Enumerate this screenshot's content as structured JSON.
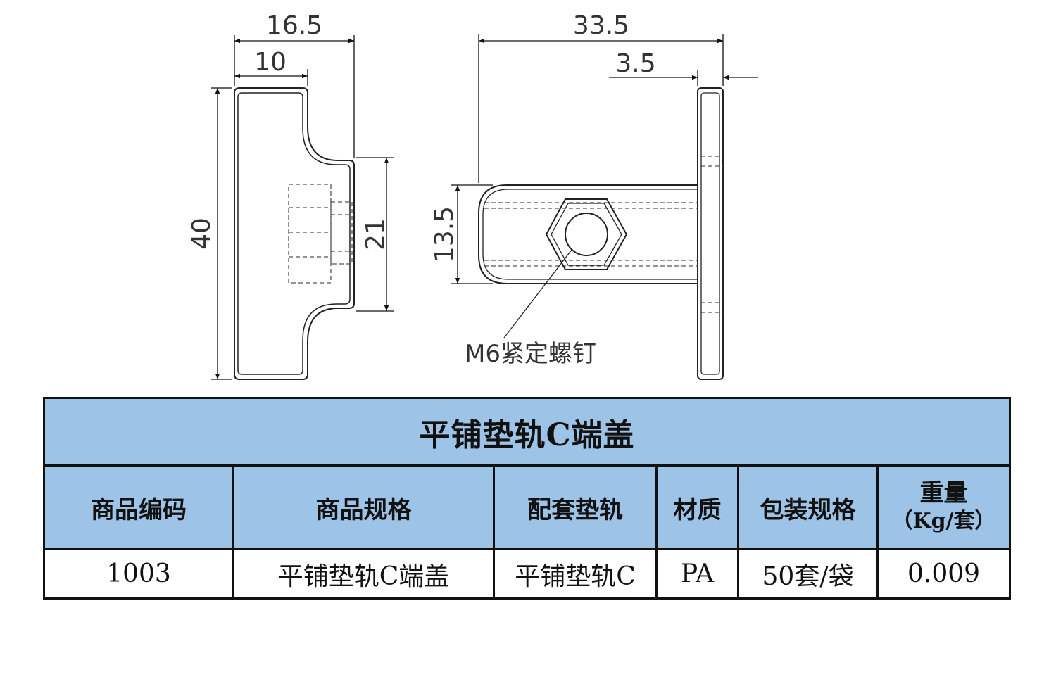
{
  "drawing": {
    "dimensions": {
      "overall_width": "16.5",
      "flange_width": "10",
      "overall_height": "40",
      "tongue_height": "21",
      "total_length": "33.5",
      "plate_thickness": "3.5",
      "body_height": "13.5"
    },
    "callout": "M6紧定螺钉"
  },
  "table": {
    "title": "平铺垫轨C端盖",
    "headers": {
      "code": "商品编码",
      "spec": "商品规格",
      "rail": "配套垫轨",
      "material": "材质",
      "packing": "包装规格",
      "weight_line1": "重量",
      "weight_line2": "（Kg/套）"
    },
    "row": {
      "code": "1003",
      "spec": "平铺垫轨C端盖",
      "rail": "平铺垫轨C",
      "material": "PA",
      "packing": "50套/袋",
      "weight": "0.009"
    },
    "colors": {
      "header_bg": "#9dc3e6",
      "border": "#111111"
    }
  }
}
